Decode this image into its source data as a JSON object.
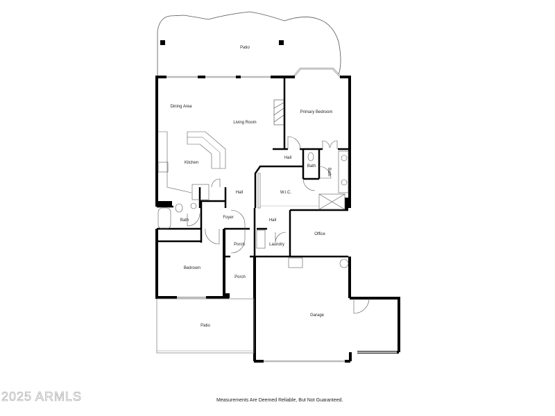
{
  "floorplan": {
    "rooms": {
      "patio_top": "Patio",
      "dining": "Dining Area",
      "living": "Living Room",
      "primary_bedroom": "Primary Bedroom",
      "kitchen": "Kitchen",
      "hall_upper": "Hall",
      "bath_primary_wc": "Bath",
      "bath_primary": "Bath",
      "hall_center": "Hall",
      "wic": "W.I.C.",
      "bath_guest": "Bath",
      "foyer": "Foyer",
      "hall_lower": "Hall",
      "office": "Office",
      "porch_inner": "Porch",
      "laundry": "Laundry",
      "bedroom": "Bedroom",
      "porch_outer": "Porch",
      "garage": "Garage",
      "patio_bottom": "Patio"
    }
  },
  "footer": {
    "watermark": "2025 ARMLS",
    "disclaimer": "Measurements Are Deemed Reliable, But Not Guaranteed."
  },
  "colors": {
    "wall": "#000000",
    "line": "#555555",
    "window": "#bbbbbb"
  }
}
